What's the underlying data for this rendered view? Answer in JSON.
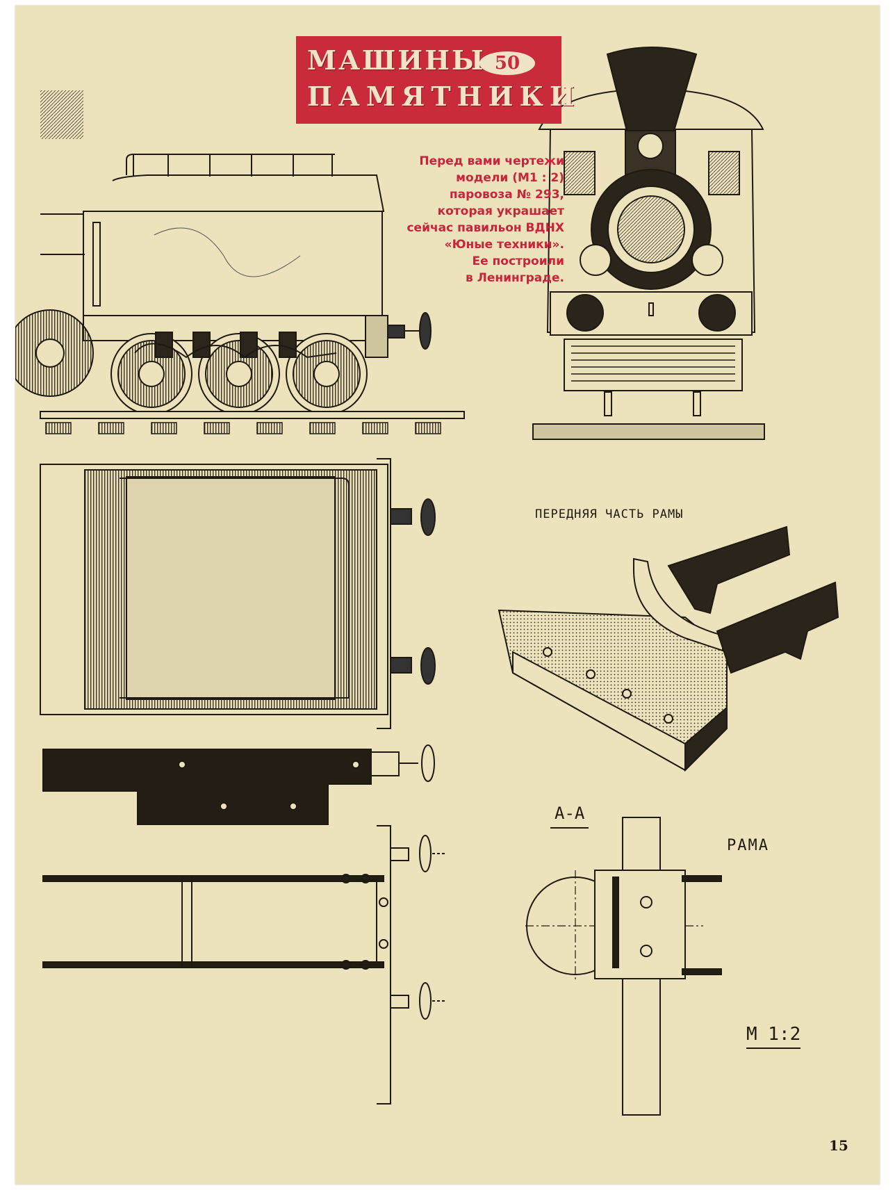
{
  "header": {
    "line1": "МАШИНЫ-",
    "line2": "ПАМЯТНИКИ",
    "number": "50"
  },
  "intro": {
    "lines": [
      "Перед вами чертежи",
      "модели (М1 : 2)",
      "паровоза № 293,",
      "которая украшает",
      "сейчас павильон ВДНХ",
      "«Юные техники».",
      "Ее построили",
      "в Ленинграде."
    ]
  },
  "captions": {
    "frame_front": "ПЕРЕДНЯЯ ЧАСТЬ РАМЫ",
    "section": "А-А",
    "frame": "РАМА",
    "scale": "М 1:2"
  },
  "page_number": "15",
  "colors": {
    "paper": "#ece3bc",
    "ink": "#1e1a12",
    "accent_red": "#c92b3a"
  }
}
